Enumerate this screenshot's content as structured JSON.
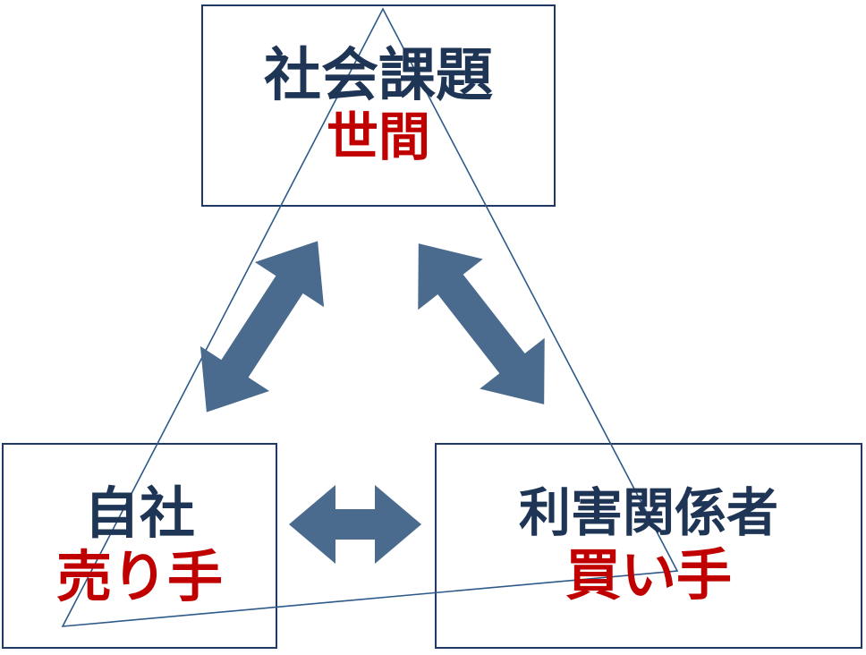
{
  "diagram": {
    "title": "three-way relationship triangle",
    "nodes": [
      {
        "id": "top",
        "title": "社会課題",
        "subtitle": "世間"
      },
      {
        "id": "left",
        "title": "自社",
        "subtitle": "売り手"
      },
      {
        "id": "right",
        "title": "利害関係者",
        "subtitle": "買い手"
      }
    ],
    "connections": [
      {
        "from": "top",
        "to": "left",
        "type": "double-arrow"
      },
      {
        "from": "top",
        "to": "right",
        "type": "double-arrow"
      },
      {
        "from": "left",
        "to": "right",
        "type": "double-arrow"
      }
    ],
    "colors": {
      "title_text": "#1f3555",
      "subtitle_text": "#c00000",
      "arrow": "#4a6b8e",
      "box_border": "#1f3864",
      "triangle_line": "#2e5a8a",
      "background": "#ffffff"
    }
  }
}
